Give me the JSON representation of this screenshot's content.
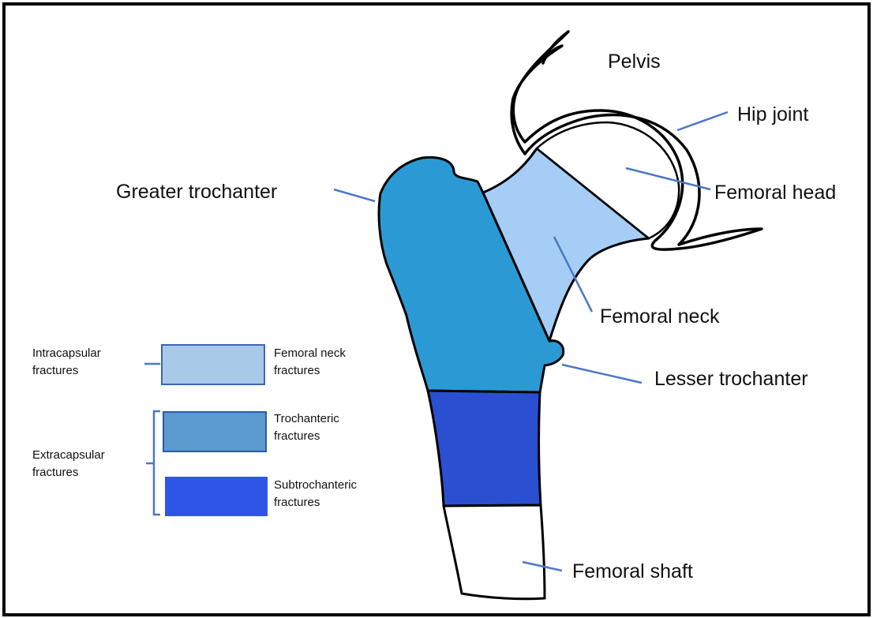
{
  "labels": {
    "pelvis": "Pelvis",
    "hip_joint": "Hip joint",
    "femoral_head": "Femoral head",
    "greater_trochanter": "Greater trochanter",
    "femoral_neck": "Femoral neck",
    "lesser_trochanter": "Lesser trochanter",
    "femoral_shaft": "Femoral shaft"
  },
  "legend": {
    "intracapsular_1": "Intracapsular",
    "intracapsular_2": "fractures",
    "extracapsular_1": "Extracapsular",
    "extracapsular_2": "fractures",
    "neck_1": "Femoral neck",
    "neck_2": "fractures",
    "troch_1": "Trochanteric",
    "troch_2": "fractures",
    "subtroch_1": "Subtrochanteric",
    "subtroch_2": "fractures"
  },
  "colors": {
    "femoral_neck_region": "#a6cdf5",
    "trochanteric_region": "#2b9ad4",
    "subtrochanteric_region": "#2a4fd0",
    "leader_line": "#4a78c8",
    "legend_neck": "#a9c9e8",
    "legend_troch": "#5b9bd0",
    "legend_subtroch": "#2f55e8"
  }
}
